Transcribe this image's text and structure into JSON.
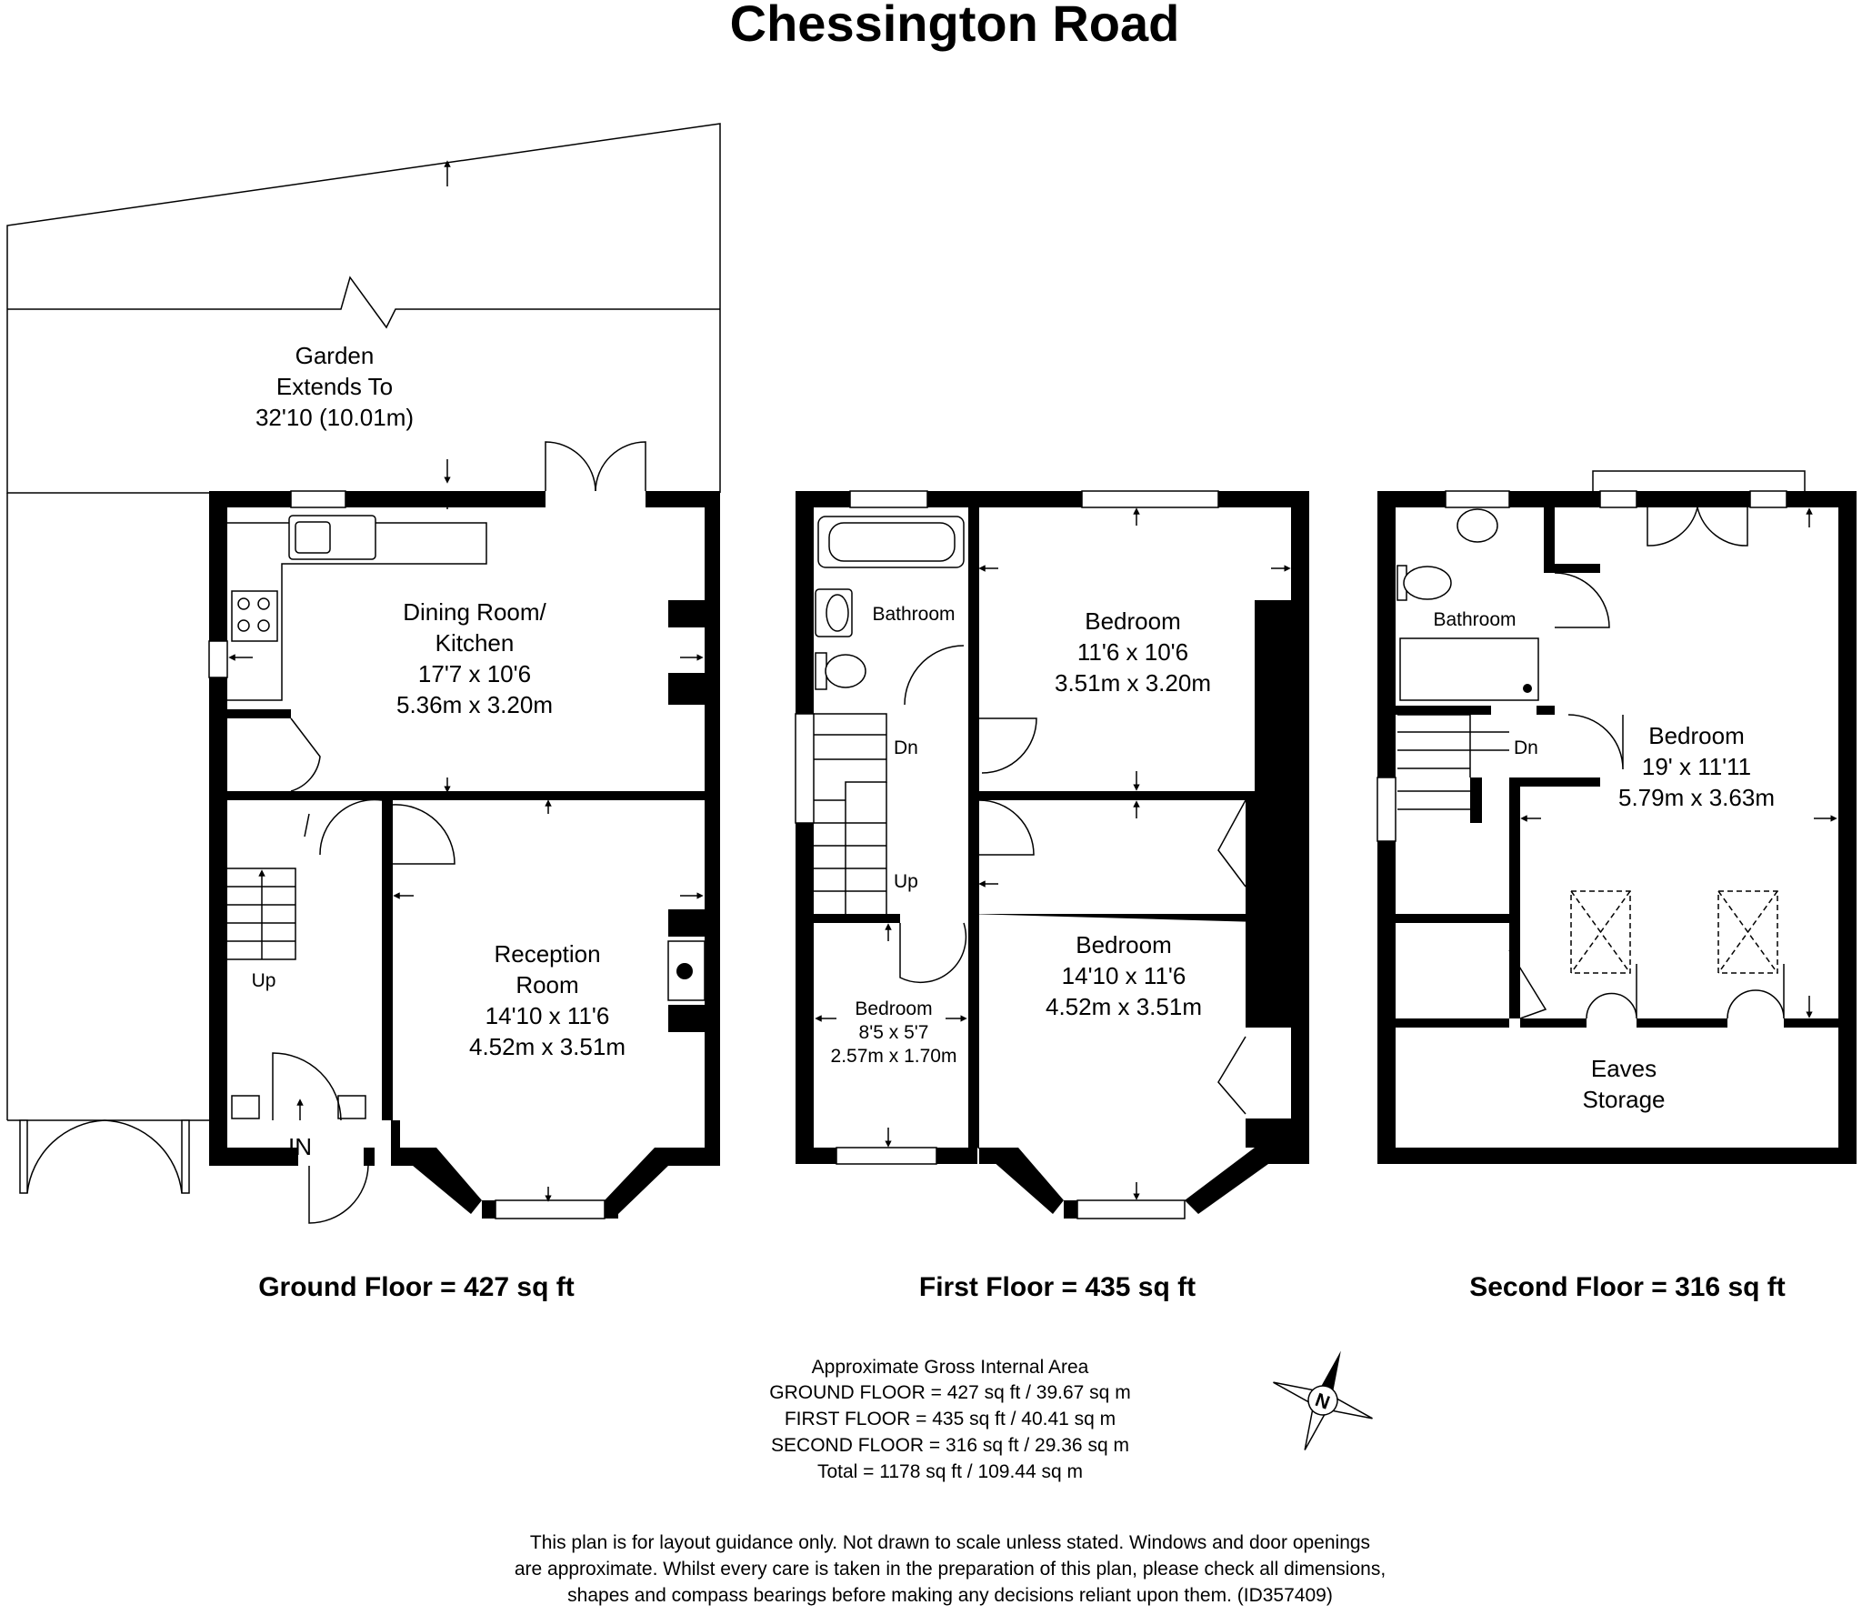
{
  "title": "Chessington Road",
  "ground_floor": {
    "label": "Ground Floor = 427 sq ft",
    "garden": {
      "line1": "Garden",
      "line2": "Extends To",
      "line3": "32'10 (10.01m)"
    },
    "kitchen": {
      "line1": "Dining Room/",
      "line2": "Kitchen",
      "imperial": "17'7 x 10'6",
      "metric": "5.36m x 3.20m"
    },
    "reception": {
      "line1": "Reception",
      "line2": "Room",
      "imperial": "14'10 x 11'6",
      "metric": "4.52m x 3.51m"
    },
    "stairs_label": "Up",
    "entrance_label": "IN"
  },
  "first_floor": {
    "label": "First Floor = 435 sq ft",
    "bathroom": "Bathroom",
    "bedroom_rear": {
      "name": "Bedroom",
      "imperial": "11'6 x 10'6",
      "metric": "3.51m x 3.20m"
    },
    "bedroom_front": {
      "name": "Bedroom",
      "imperial": "14'10 x 11'6",
      "metric": "4.52m x 3.51m"
    },
    "bedroom_small": {
      "name": "Bedroom",
      "imperial": "8'5 x 5'7",
      "metric": "2.57m x 1.70m"
    },
    "stairs_down": "Dn",
    "stairs_up": "Up"
  },
  "second_floor": {
    "label": "Second Floor = 316 sq ft",
    "bathroom": "Bathroom",
    "bedroom": {
      "name": "Bedroom",
      "imperial": "19' x 11'11",
      "metric": "5.79m x 3.63m"
    },
    "eaves": {
      "line1": "Eaves",
      "line2": "Storage"
    },
    "stairs_down": "Dn"
  },
  "summary": {
    "heading": "Approximate Gross Internal Area",
    "ground": "GROUND FLOOR = 427 sq ft / 39.67 sq m",
    "first": "FIRST FLOOR = 435 sq ft / 40.41 sq m",
    "second": "SECOND FLOOR = 316 sq ft / 29.36 sq m",
    "total": "Total = 1178 sq ft / 109.44 sq m"
  },
  "compass_letter": "N",
  "disclaimer": {
    "line1": "This plan is for layout guidance only. Not drawn to scale unless stated. Windows and door openings",
    "line2": "are approximate. Whilst every care is taken in the preparation of this plan, please check all dimensions,",
    "line3": "shapes and compass bearings before making any decisions reliant upon them. (ID357409)"
  }
}
